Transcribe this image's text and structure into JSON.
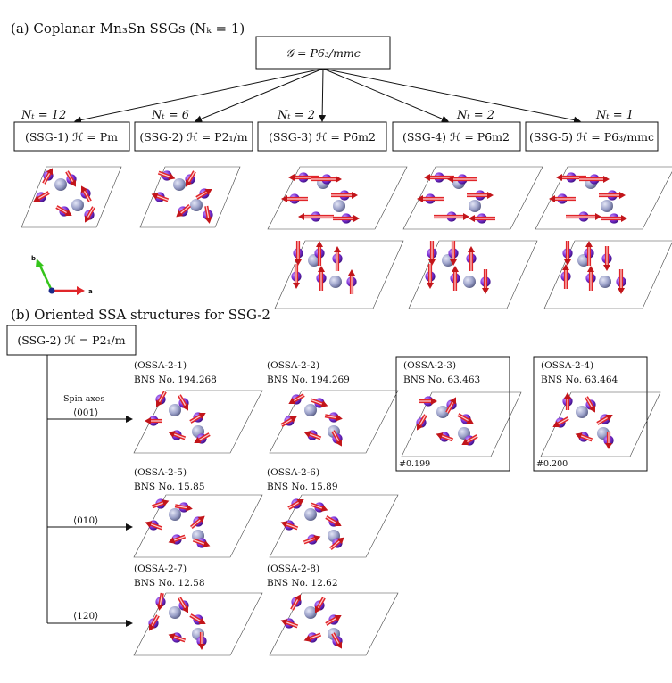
{
  "panel_a": {
    "title": "(a) Coplanar Mn₃Sn SSGs (Nₖ = 1)",
    "parent_group": "𝒢 = P6₃/mmc",
    "subgroups": [
      {
        "nt": "Nₜ = 12",
        "label": "(SSG-1) ℋ = Pm"
      },
      {
        "nt": "Nₜ = 6",
        "label": "(SSG-2) ℋ = P2₁/m"
      },
      {
        "nt": "Nₜ = 2",
        "label": "(SSG-3) ℋ = P6̄m2"
      },
      {
        "nt": "Nₜ = 2",
        "label": "(SSG-4) ℋ = P6̄m2"
      },
      {
        "nt": "Nₜ = 1",
        "label": "(SSG-5) ℋ = P6₃/mmc"
      }
    ],
    "axes": {
      "b": "b",
      "a": "a"
    }
  },
  "panel_b": {
    "title": "(b) Oriented SSA structures for SSG-2",
    "root": "(SSG-2) ℋ = P2₁/m",
    "spin_axes_label": "Spin axes",
    "branches": [
      {
        "axis": "⟨001⟩",
        "items": [
          {
            "name": "(OSSA-2-1)",
            "bns": "BNS No. 194.268",
            "note": ""
          },
          {
            "name": "(OSSA-2-2)",
            "bns": "BNS No. 194.269",
            "note": ""
          },
          {
            "name": "(OSSA-2-3)",
            "bns": "BNS No. 63.463",
            "note": "#0.199"
          },
          {
            "name": "(OSSA-2-4)",
            "bns": "BNS No. 63.464",
            "note": "#0.200"
          }
        ]
      },
      {
        "axis": "⟨010⟩",
        "items": [
          {
            "name": "(OSSA-2-5)",
            "bns": "BNS No. 15.85",
            "note": ""
          },
          {
            "name": "(OSSA-2-6)",
            "bns": "BNS No. 15.89",
            "note": ""
          }
        ]
      },
      {
        "axis": "⟨120⟩",
        "items": [
          {
            "name": "(OSSA-2-7)",
            "bns": "BNS No. 12.58",
            "note": ""
          },
          {
            "name": "(OSSA-2-8)",
            "bns": "BNS No. 12.62",
            "note": ""
          }
        ]
      }
    ]
  },
  "colors": {
    "mn_atom": "#7b2fd6",
    "sn_atom": "#9aa0c8",
    "spin_arrow": "#e0262a",
    "axis_a": "#e0262a",
    "axis_b": "#34c41a"
  }
}
